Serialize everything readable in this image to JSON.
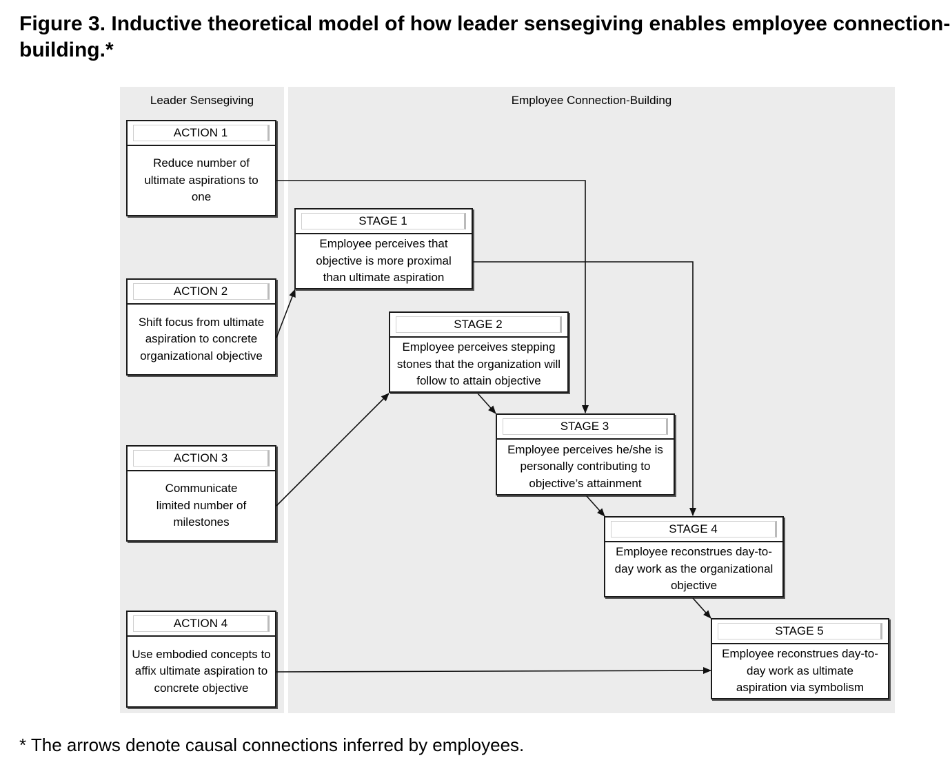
{
  "title": {
    "line1": "Figure 3.  Inductive theoretical model of how leader sensegiving enables employee connection-",
    "line2": "building.*"
  },
  "panels": {
    "left_label": "Leader Sensegiving",
    "right_label": "Employee Connection-Building"
  },
  "actions": [
    {
      "label": "ACTION 1",
      "text": "Reduce number of ultimate aspirations to one"
    },
    {
      "label": "ACTION 2",
      "text": "Shift focus from ultimate aspiration to concrete organizational objective"
    },
    {
      "label": "ACTION 3",
      "text": "Communicate limited number of milestones"
    },
    {
      "label": "ACTION 4",
      "text": "Use embodied concepts to affix ultimate aspiration to concrete objective"
    }
  ],
  "stages": [
    {
      "label": "STAGE 1",
      "text": "Employee perceives that objective is more proximal than ultimate aspiration"
    },
    {
      "label": "STAGE 2",
      "text": "Employee perceives stepping stones that the organization will follow to attain objective"
    },
    {
      "label": "STAGE 3",
      "text": "Employee perceives he/she is personally contributing to objective’s attainment"
    },
    {
      "label": "STAGE 4",
      "text": "Employee reconstrues day-to-day work as the organizational objective"
    },
    {
      "label": "STAGE 5",
      "text": "Employee reconstrues day-to-day work as ultimate aspiration via symbolism"
    }
  ],
  "connections": [
    {
      "from": "ACTION 1",
      "to": "STAGE 3"
    },
    {
      "from": "ACTION 2",
      "to": "STAGE 1"
    },
    {
      "from": "ACTION 3",
      "to": "STAGE 2"
    },
    {
      "from": "ACTION 4",
      "to": "STAGE 5"
    },
    {
      "from": "STAGE 1",
      "to": "STAGE 4"
    },
    {
      "from": "STAGE 2",
      "to": "STAGE 3"
    },
    {
      "from": "STAGE 3",
      "to": "STAGE 4"
    },
    {
      "from": "STAGE 4",
      "to": "STAGE 5"
    }
  ],
  "footnote": "* The arrows denote causal connections inferred by employees."
}
